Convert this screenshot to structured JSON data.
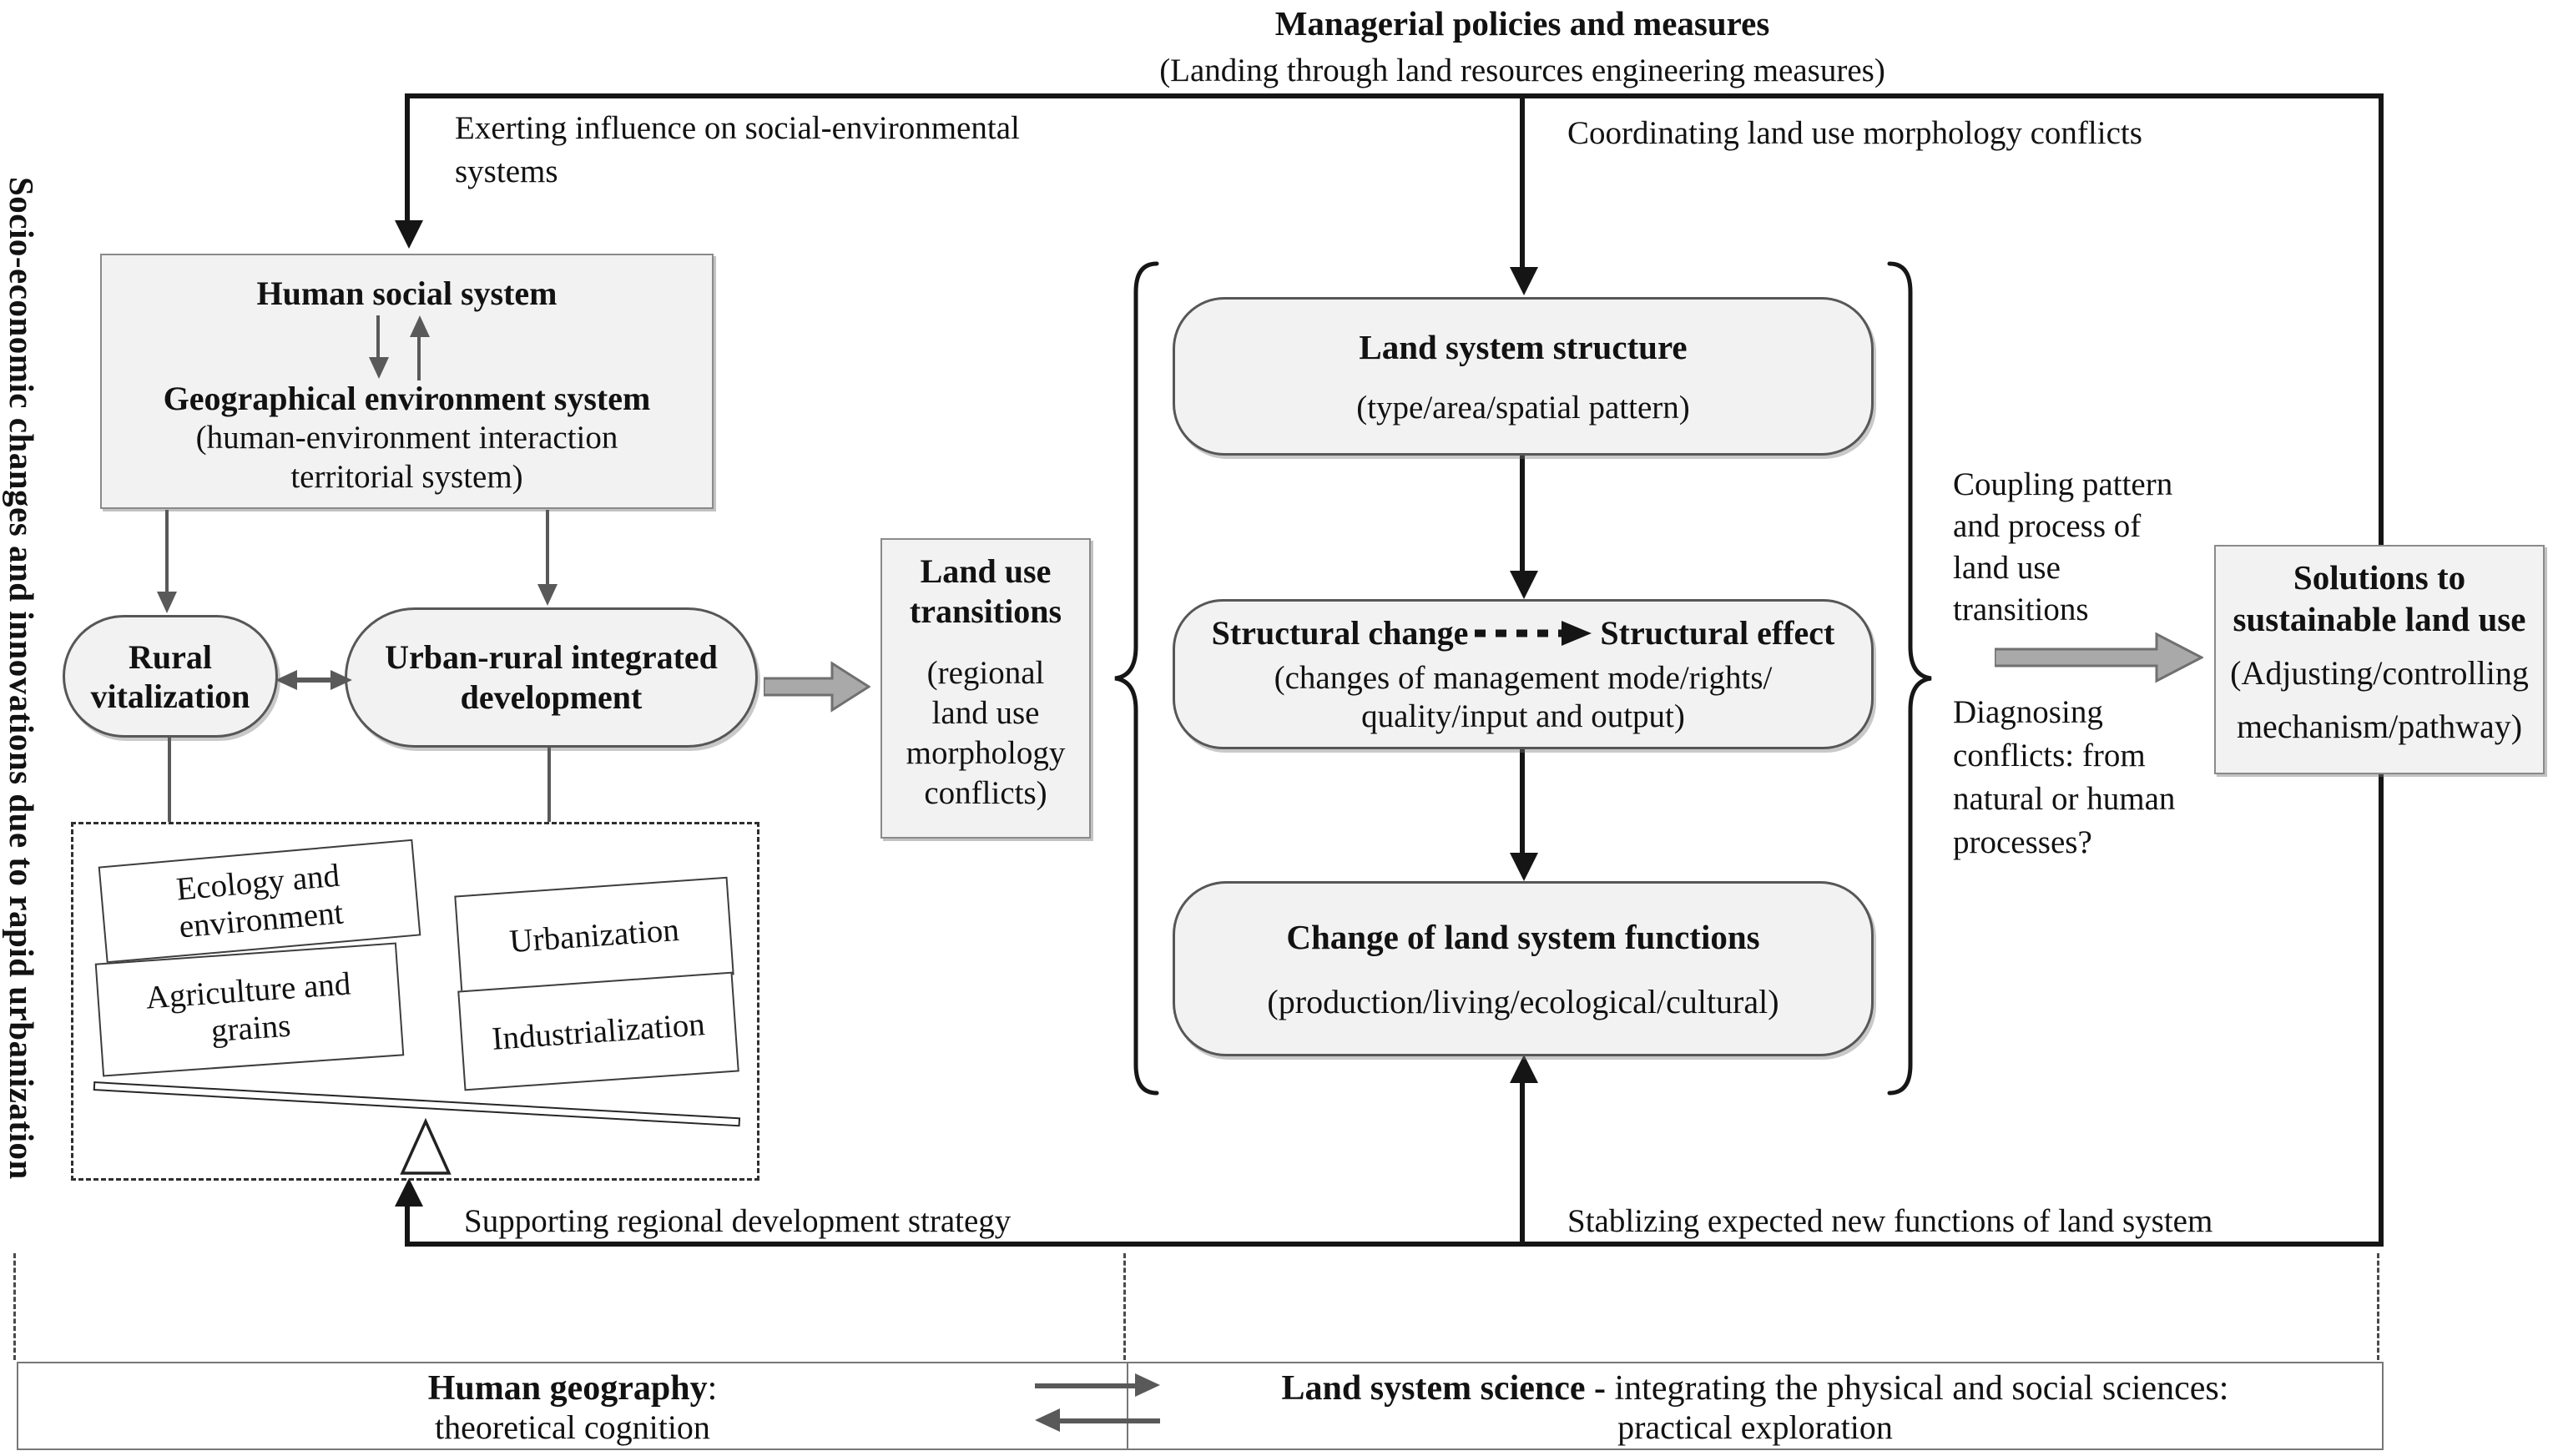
{
  "figure": {
    "left_axis_label": "Socio-economic changes and innovations due to rapid urbanization",
    "top": {
      "title": "Managerial policies and measures",
      "subtitle": "(Landing through land resources engineering measures)",
      "exerting_lines": [
        "Exerting influence on social-environmental",
        "systems"
      ],
      "coordinating": "Coordinating land use morphology conflicts"
    },
    "social_box": {
      "title": "Human social system",
      "subtitle": "Geographical environment system",
      "note_lines": [
        "(human-environment interaction",
        "territorial system)"
      ]
    },
    "rural_box": {
      "lines": [
        "Rural",
        "vitalization"
      ]
    },
    "urban_box": {
      "lines": [
        "Urban-rural integrated",
        "development"
      ]
    },
    "factors": {
      "ecology": [
        "Ecology and",
        "environment"
      ],
      "urbanization": "Urbanization",
      "agriculture": [
        "Agriculture and",
        "grains"
      ],
      "industrialization": "Industrialization"
    },
    "transitions_box": {
      "title_lines": [
        "Land use",
        "transitions"
      ],
      "note_lines": [
        "(regional",
        "land use",
        "morphology",
        "conflicts)"
      ]
    },
    "structure_box": {
      "title": "Land system structure",
      "subtitle": "(type/area/spatial pattern)"
    },
    "structural_box": {
      "left": "Structural change",
      "right": "Structural effect",
      "note_lines": [
        "(changes of management mode/rights/",
        "quality/input and output)"
      ]
    },
    "functions_box": {
      "title": "Change of land system functions",
      "subtitle": "(production/living/ecological/cultural)"
    },
    "coupling_note": {
      "lines": [
        "Coupling pattern",
        "and process of",
        "land use",
        "transitions"
      ]
    },
    "diagnosing_note": {
      "lines": [
        "Diagnosing",
        "conflicts: from",
        "natural or human",
        "processes?"
      ]
    },
    "solutions_box": {
      "title_lines": [
        "Solutions to",
        "sustainable land use"
      ],
      "note_lines": [
        "(Adjusting/controlling",
        "mechanism/pathway)"
      ]
    },
    "bottom_notes": {
      "supporting": "Supporting regional development strategy",
      "stablizing": "Stablizing expected new functions of land system"
    },
    "bottom_bar": {
      "left_title": "Human geography",
      "left_colon": ":",
      "left_subtitle": "theoretical cognition",
      "right_title": "Land system science -",
      "right_rest": "integrating the physical and social sciences:",
      "right_subtitle": "practical exploration"
    },
    "colors": {
      "box_fill": "#f2f2f2",
      "line_black": "#151515",
      "connector_gray": "#595959",
      "block_arrow_fill": "#a9a9a9",
      "block_arrow_edge": "#707070"
    }
  }
}
